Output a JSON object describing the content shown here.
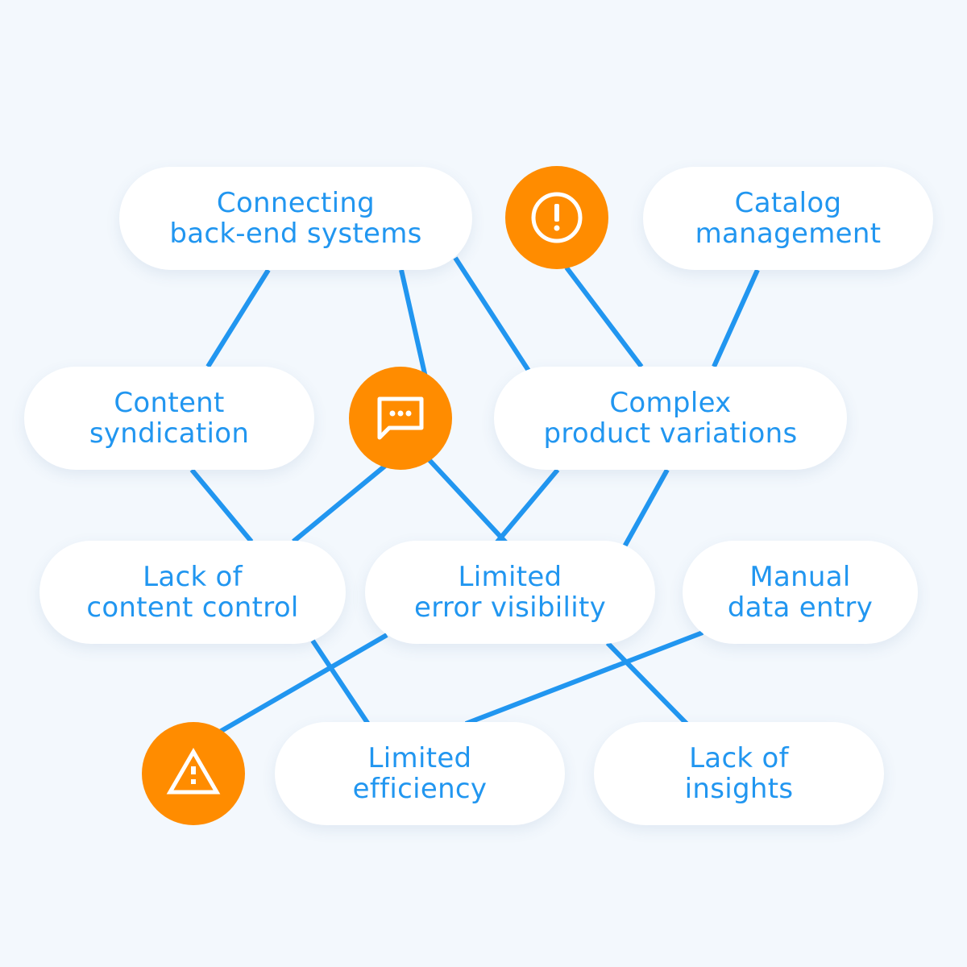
{
  "colors": {
    "background": "#f3f8fd",
    "line": "#2196f0",
    "text": "#2196f0",
    "badge": "#ff8c00",
    "pill": "#ffffff"
  },
  "nodes": {
    "connecting": {
      "line1": "Connecting",
      "line2": "back-end systems"
    },
    "catalog": {
      "line1": "Catalog",
      "line2": "management"
    },
    "syndication": {
      "line1": "Content",
      "line2": "syndication"
    },
    "complex": {
      "line1": "Complex",
      "line2": "product variations"
    },
    "lack_control": {
      "line1": "Lack of",
      "line2": "content control"
    },
    "error_vis": {
      "line1": "Limited",
      "line2": "error visibility"
    },
    "manual": {
      "line1": "Manual",
      "line2": "data entry"
    },
    "efficiency": {
      "line1": "Limited",
      "line2": "efficiency"
    },
    "insights": {
      "line1": "Lack of",
      "line2": "insights"
    }
  },
  "badges": [
    {
      "id": "alert",
      "icon": "alert-circle-icon"
    },
    {
      "id": "chat",
      "icon": "chat-bubble-icon"
    },
    {
      "id": "warning",
      "icon": "warning-triangle-icon"
    }
  ]
}
